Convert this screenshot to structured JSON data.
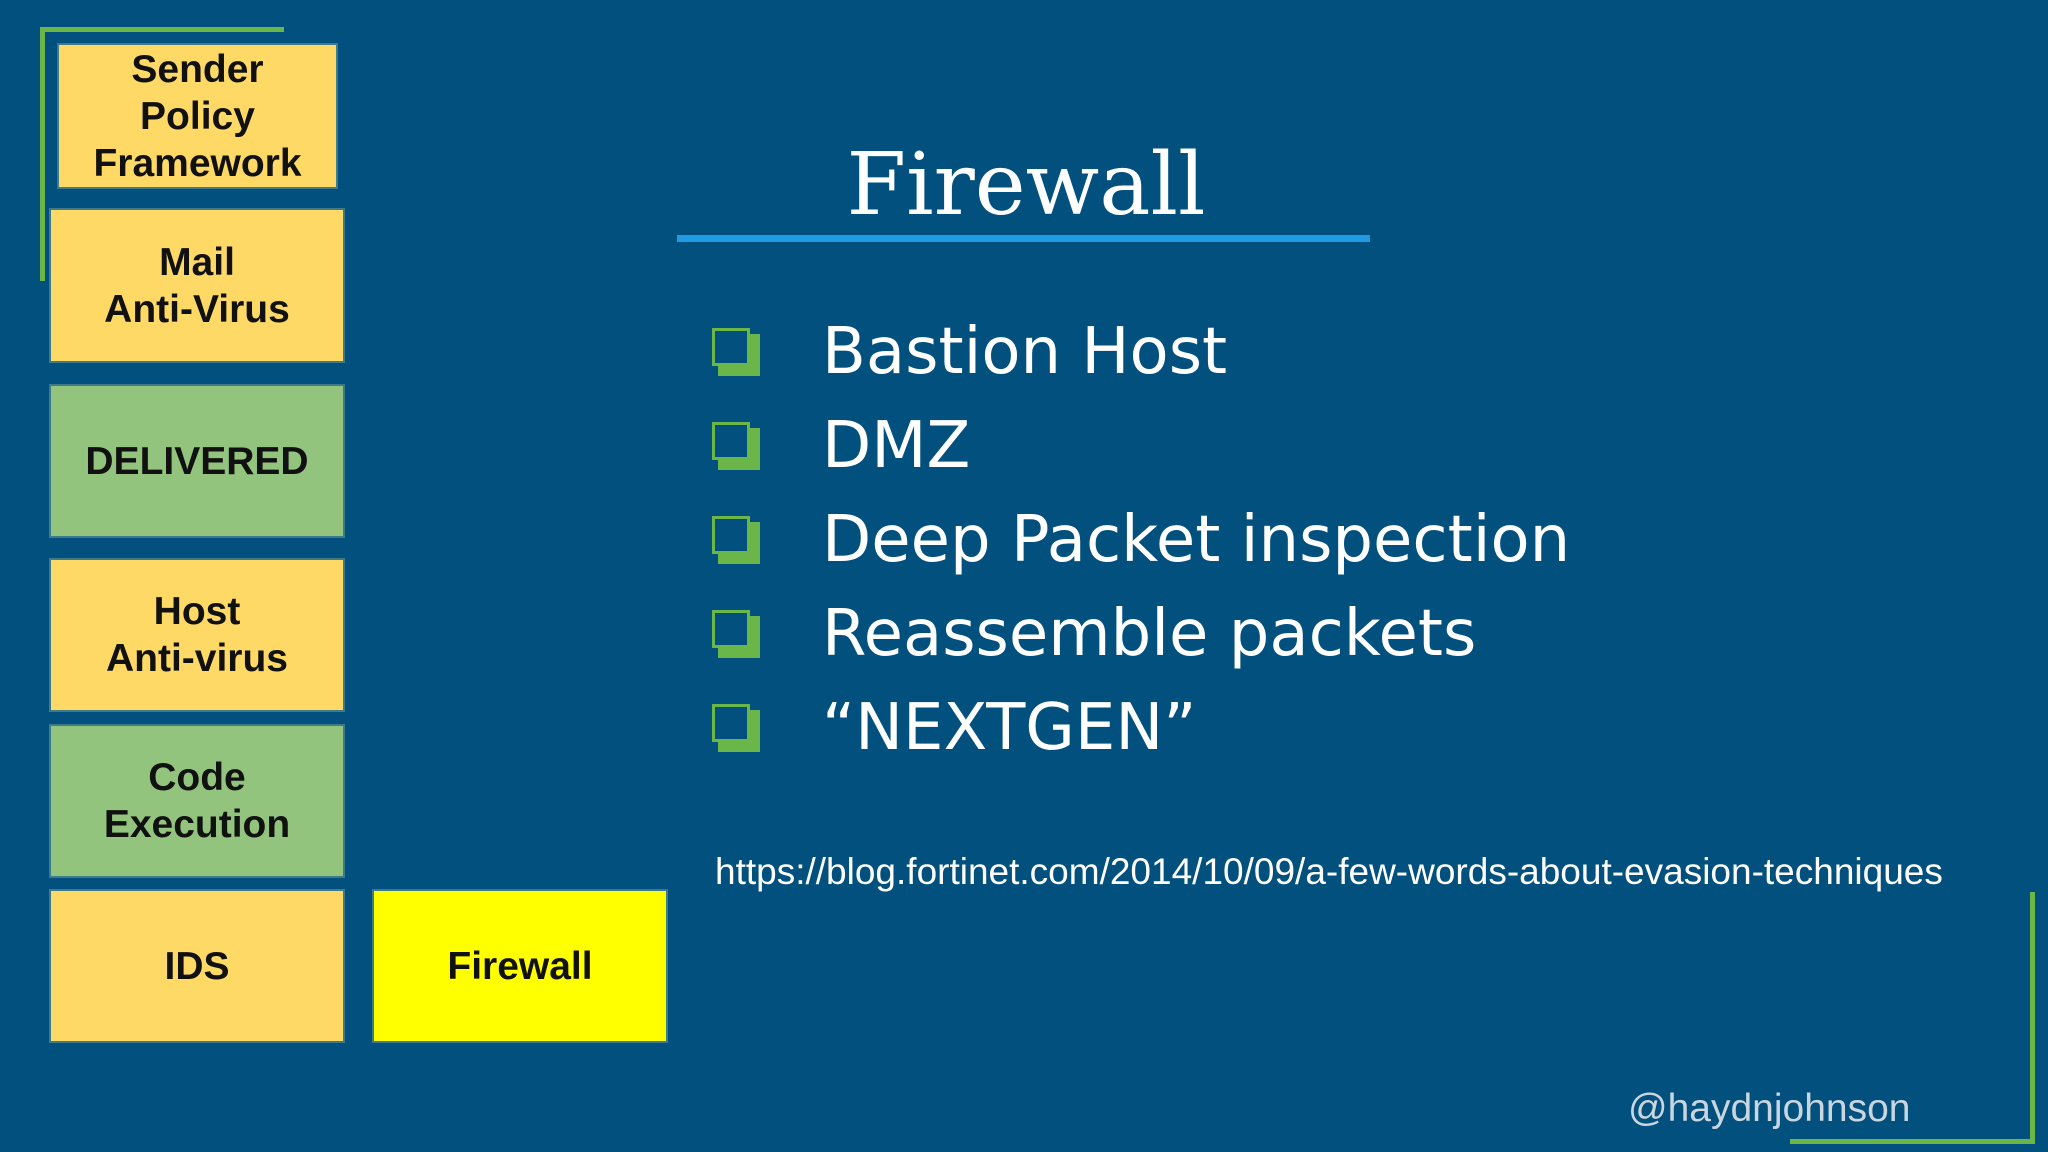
{
  "colors": {
    "background": "#02507d",
    "frame_accent": "#6bb648",
    "title_underline": "#1e9be2",
    "box_orange": "#ffd966",
    "box_green": "#93c47d",
    "box_highlight": "#ffff00"
  },
  "sidebar": {
    "boxes": [
      {
        "label": "Sender\nPolicy\nFramework",
        "color": "orange"
      },
      {
        "label": "Mail\nAnti-Virus",
        "color": "orange"
      },
      {
        "label": "DELIVERED",
        "color": "green"
      },
      {
        "label": "Host\nAnti-virus",
        "color": "orange"
      },
      {
        "label": "Code\nExecution",
        "color": "green"
      },
      {
        "label": "IDS",
        "color": "orange"
      },
      {
        "label": "Firewall",
        "color": "yellow"
      }
    ]
  },
  "slide": {
    "title": "Firewall",
    "bullet_icon": "checkbox-bullet-icon",
    "bullets": [
      "Bastion Host",
      "DMZ",
      "Deep Packet inspection",
      "Reassemble packets",
      "“NEXTGEN”"
    ],
    "url": "https://blog.fortinet.com/2014/10/09/a-few-words-about-evasion-techniques",
    "handle": "@haydnjohnson"
  }
}
